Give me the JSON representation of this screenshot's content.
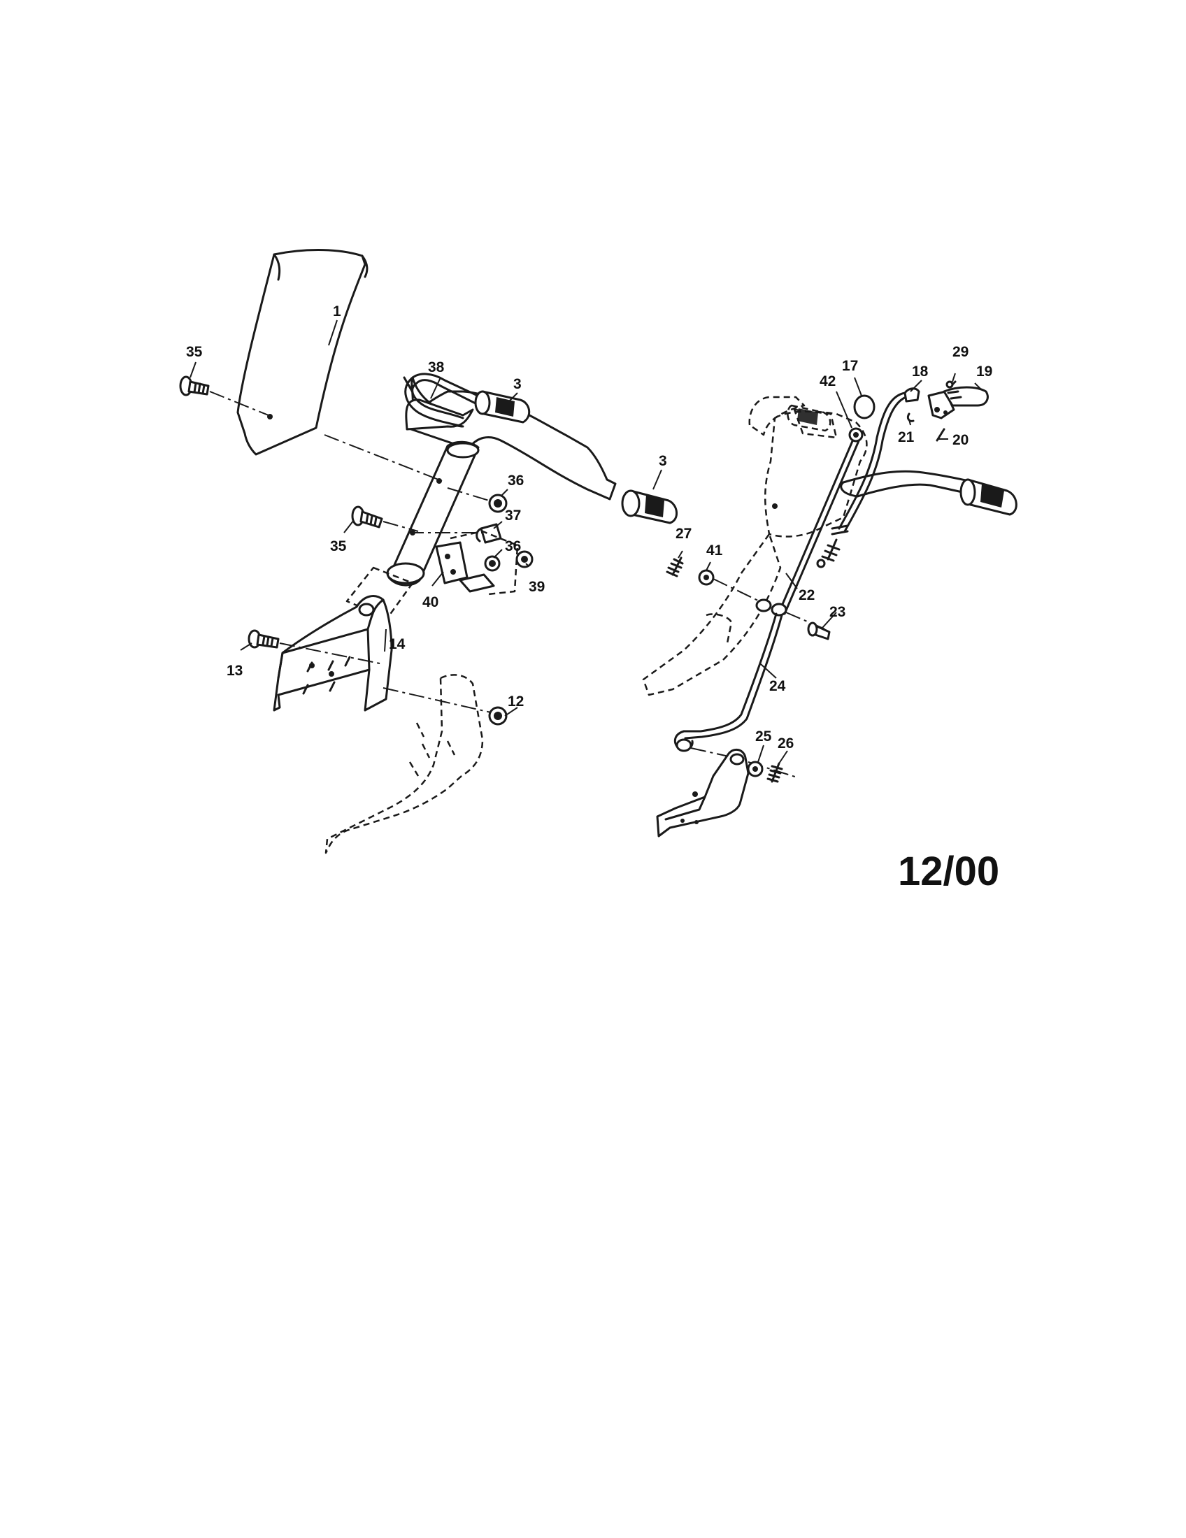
{
  "title": "",
  "date_code": "12/00",
  "callouts": {
    "c1": "1",
    "c35a": "35",
    "c38": "38",
    "c3a": "3",
    "c3b": "3",
    "c36a": "36",
    "c37": "37",
    "c35b": "35",
    "c36b": "36",
    "c39": "39",
    "c40": "40",
    "c14": "14",
    "c13": "13",
    "c12": "12",
    "c17": "17",
    "c42": "42",
    "c18": "18",
    "c29": "29",
    "c19": "19",
    "c21": "21",
    "c20": "20",
    "c27": "27",
    "c41": "41",
    "c22": "22",
    "c23": "23",
    "c24": "24",
    "c25": "25",
    "c26": "26"
  }
}
